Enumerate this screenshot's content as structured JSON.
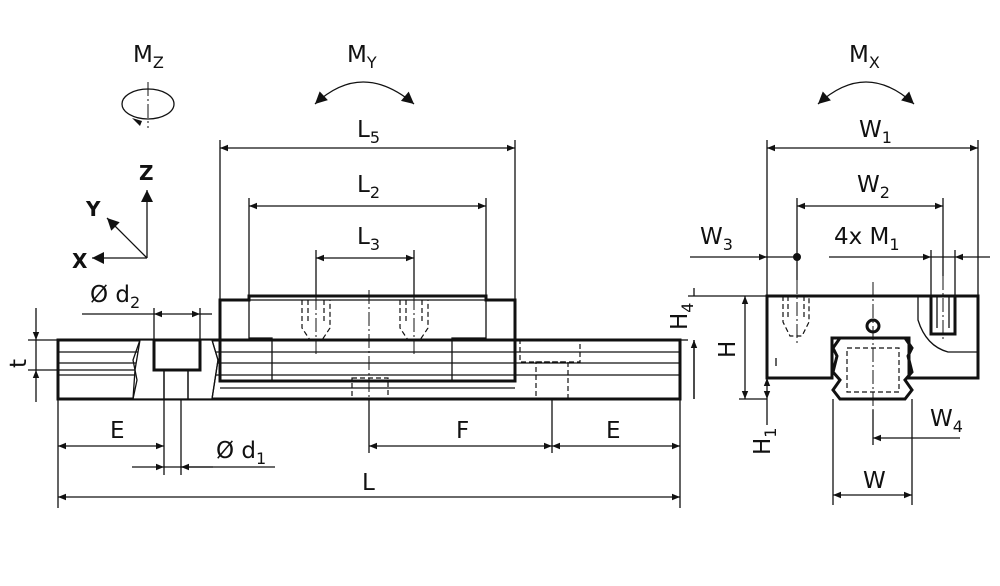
{
  "moments": {
    "mz": "Z",
    "my": "Y",
    "mx": "X",
    "base": "M"
  },
  "axes": {
    "z": "Z",
    "y": "Y",
    "x": "X"
  },
  "dims": {
    "l5": [
      "L",
      "5"
    ],
    "l2": [
      "L",
      "2"
    ],
    "l3": [
      "L",
      "3"
    ],
    "d2": [
      "Ø d",
      "2"
    ],
    "d1": [
      "Ø d",
      "1"
    ],
    "t": "t",
    "E_left": "E",
    "F": "F",
    "E_right": "E",
    "L": "L",
    "w1": [
      "W",
      "1"
    ],
    "w2": [
      "W",
      "2"
    ],
    "w3": [
      "W",
      "3"
    ],
    "m1": [
      "4x M",
      "1"
    ],
    "h4": [
      "H",
      "4"
    ],
    "h": "H",
    "h1": [
      "H",
      "1"
    ],
    "w4": [
      "W",
      "4"
    ],
    "w": "W"
  }
}
